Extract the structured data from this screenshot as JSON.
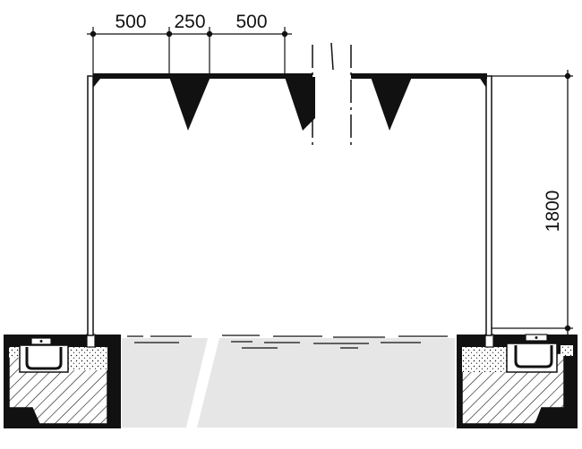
{
  "dimensions": {
    "top": [
      "500",
      "250",
      "500"
    ],
    "height": "1800"
  },
  "colors": {
    "ink": "#111111",
    "water_fill": "#e6e6e6",
    "background": "#ffffff"
  }
}
